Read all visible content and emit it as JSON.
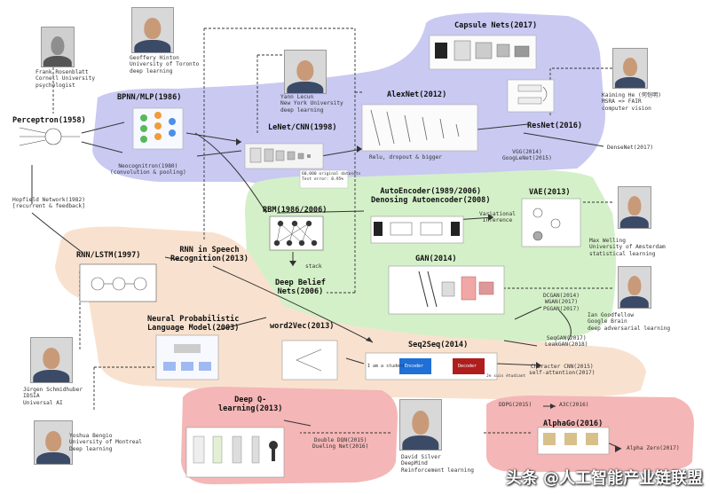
{
  "nodes": {
    "perceptron": "Perceptron(1958)",
    "bpnn": "BPNN/MLP(1986)",
    "neocognitron": "Neocognitron(1980)\n(convolution & pooling)",
    "lenet": "LeNet/CNN(1998)",
    "alexnet": "AlexNet(2012)",
    "capsule": "Capsule Nets(2017)",
    "resnet": "ResNet(2016)",
    "densenet": "DenseNet(2017)",
    "vgg": "VGG(2014)\nGoogLeNet(2015)",
    "relu_note": "Relu, dropout & bigger",
    "hopfield": "Hopfield Network(1982)\n[recurrent & feedback]",
    "rnn_lstm": "RNN/LSTM(1997)",
    "rnn_speech": "RNN in Speech\nRecognition(2013)",
    "rbm": "RBM(1986/2006)",
    "autoencoder": "AutoEncoder(1989/2006)\nDenosing Autoencoder(2008)",
    "vae": "VAE(2013)",
    "variational": "Variational\nInference",
    "stack": "stack",
    "dbn": "Deep Belief\nNets(2006)",
    "gan": "GAN(2014)",
    "dcgan": "DCGAN(2014)\nWGAN(2017)\nPGGAN(2017)",
    "seqgan": "SeqGAN(2017)\nLeakGAN(2018)",
    "nplm": "Neural Probabilistic\nLanguage Model(2003)",
    "word2vec": "word2Vec(2013)",
    "seq2seq": "Seq2Seq(2014)",
    "char_cnn": "Character CNN(2015)\nself-attention(2017)",
    "deep_q": "Deep Q-\nlearning(2013)",
    "double_dqn": "Double DQN(2015)\nDueling Net(2016)",
    "ddpg": "DDPG(2015)",
    "a3c": "A3C(2016)",
    "alphago": "AlphaGo(2016)",
    "alphazero": "Alpha Zero(2017)"
  },
  "people": {
    "rosenblatt": "Frank Rosenblatt\nCornell University\npsychologist",
    "hinton": "Geoffery Hinton\nUniversity of Toronto\ndeep learning",
    "lecun": "Yann Lecun\nNew York University\ndeep learning",
    "he": "Kaiming He (何恺明)\nMSRA => FAIR\ncomputer vision",
    "welling": "Max Welling\nUniversity of Amsterdam\nstatistical learning",
    "goodfellow": "Ian Goodfellow\nGoogle Brain\ndeep adversarial learning",
    "schmidhuber": "Jürgen Schmidhuber\nIDSIA\nUniversal AI",
    "bengio": "Yoshua Bengio\nUniversity of Montreal\nDeep learning",
    "silver": "David Silver\nDeepMind\nReinforcement learning"
  },
  "figure_text": {
    "lenet_note": "60,000 original datasets\nTest error: 0.95%",
    "s2s_in": "I am a student",
    "s2s_enc": "Encoder",
    "s2s_dec": "Decoder",
    "s2s_out": "Je suis étudiant"
  },
  "watermark": "头条 @人工智能产业链联盟",
  "colors": {
    "cnn_region": "#c9c9f2",
    "generative_region": "#d4f0c8",
    "sequence_region": "#f8e2cf",
    "rl_region": "#f4b6b6",
    "arrow": "#333333"
  }
}
